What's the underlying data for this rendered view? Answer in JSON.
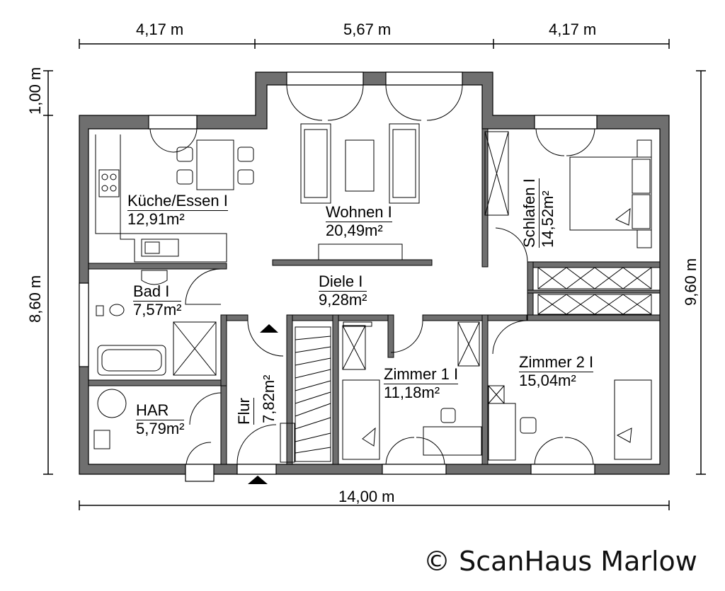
{
  "dimensions": {
    "top_left": "4,17 m",
    "top_middle": "5,67 m",
    "top_right": "4,17 m",
    "bottom_total": "14,00 m",
    "left_upper": "1,00 m",
    "left_lower": "8,60 m",
    "right_total": "9,60 m"
  },
  "rooms": {
    "kueche": {
      "name": "Küche/Essen I",
      "area": "12,91m²"
    },
    "wohnen": {
      "name": "Wohnen I",
      "area": "20,49m²"
    },
    "diele": {
      "name": "Diele I",
      "area": "9,28m²"
    },
    "schlafen": {
      "name": "Schlafen I",
      "area": "14,52m²"
    },
    "bad": {
      "name": "Bad I",
      "area": "7,57m²"
    },
    "zimmer1": {
      "name": "Zimmer 1 I",
      "area": "11,18m²"
    },
    "zimmer2": {
      "name": "Zimmer 2 I",
      "area": "15,04m²"
    },
    "har": {
      "name": "HAR",
      "area": "5,79m²"
    },
    "flur": {
      "name": "Flur",
      "area": "7,82m²"
    }
  },
  "copyright": "© ScanHaus Marlow",
  "colors": {
    "wall": "#6f6f6f",
    "line": "#000000"
  }
}
